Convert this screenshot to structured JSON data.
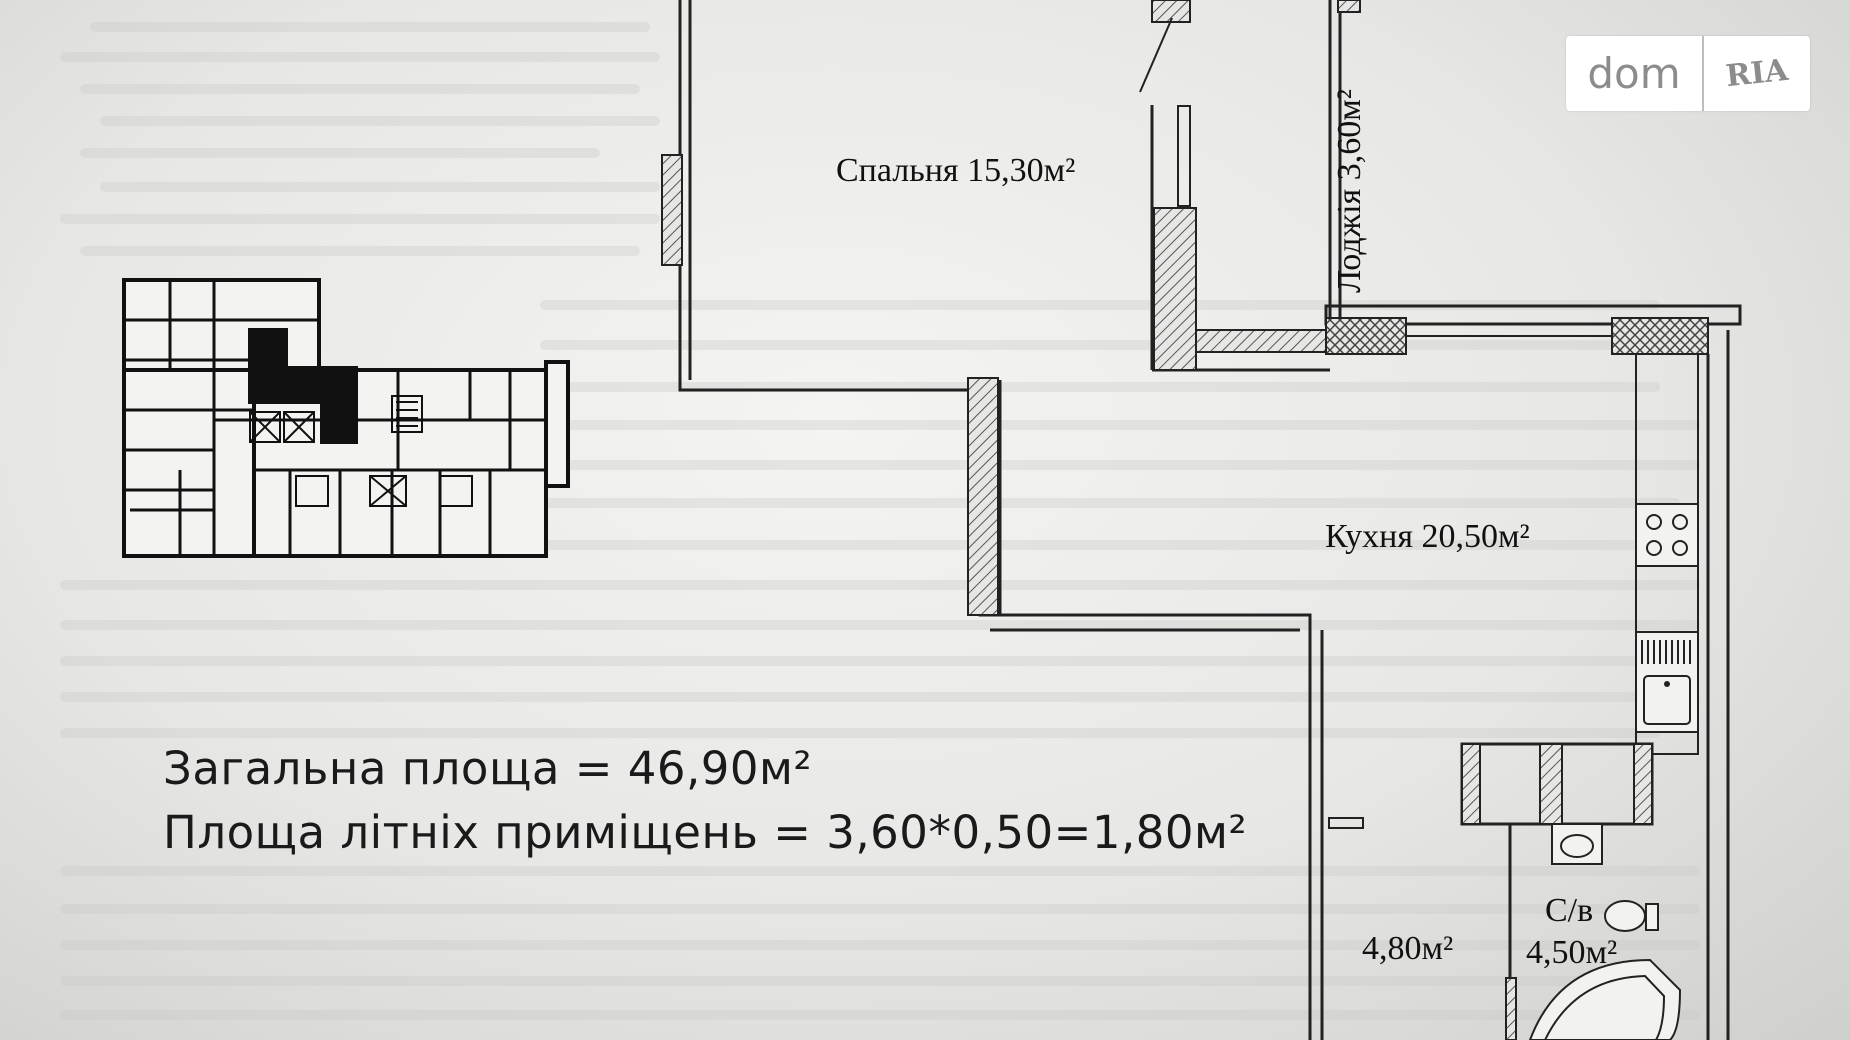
{
  "logo": {
    "brand": "dom",
    "sub": "RIA"
  },
  "rooms": {
    "bedroom": "Спальня  15,30м²",
    "loggia": "Лоджія 3,60м²",
    "kitchen": "Кухня 20,50м²",
    "hall_area": "4,80м²",
    "bathroom_name": "С/в",
    "bathroom_area": "4,50м²"
  },
  "summary": {
    "total_area": "Загальна площа  = 46,90м²",
    "summer_area": "Площа літніх приміщень = 3,60*0,50=1,80м²"
  },
  "key_plan": {
    "highlight_color": "#111111"
  },
  "colors": {
    "wall": "#222222",
    "hatch": "#555555",
    "paper": "#eeeeec"
  }
}
